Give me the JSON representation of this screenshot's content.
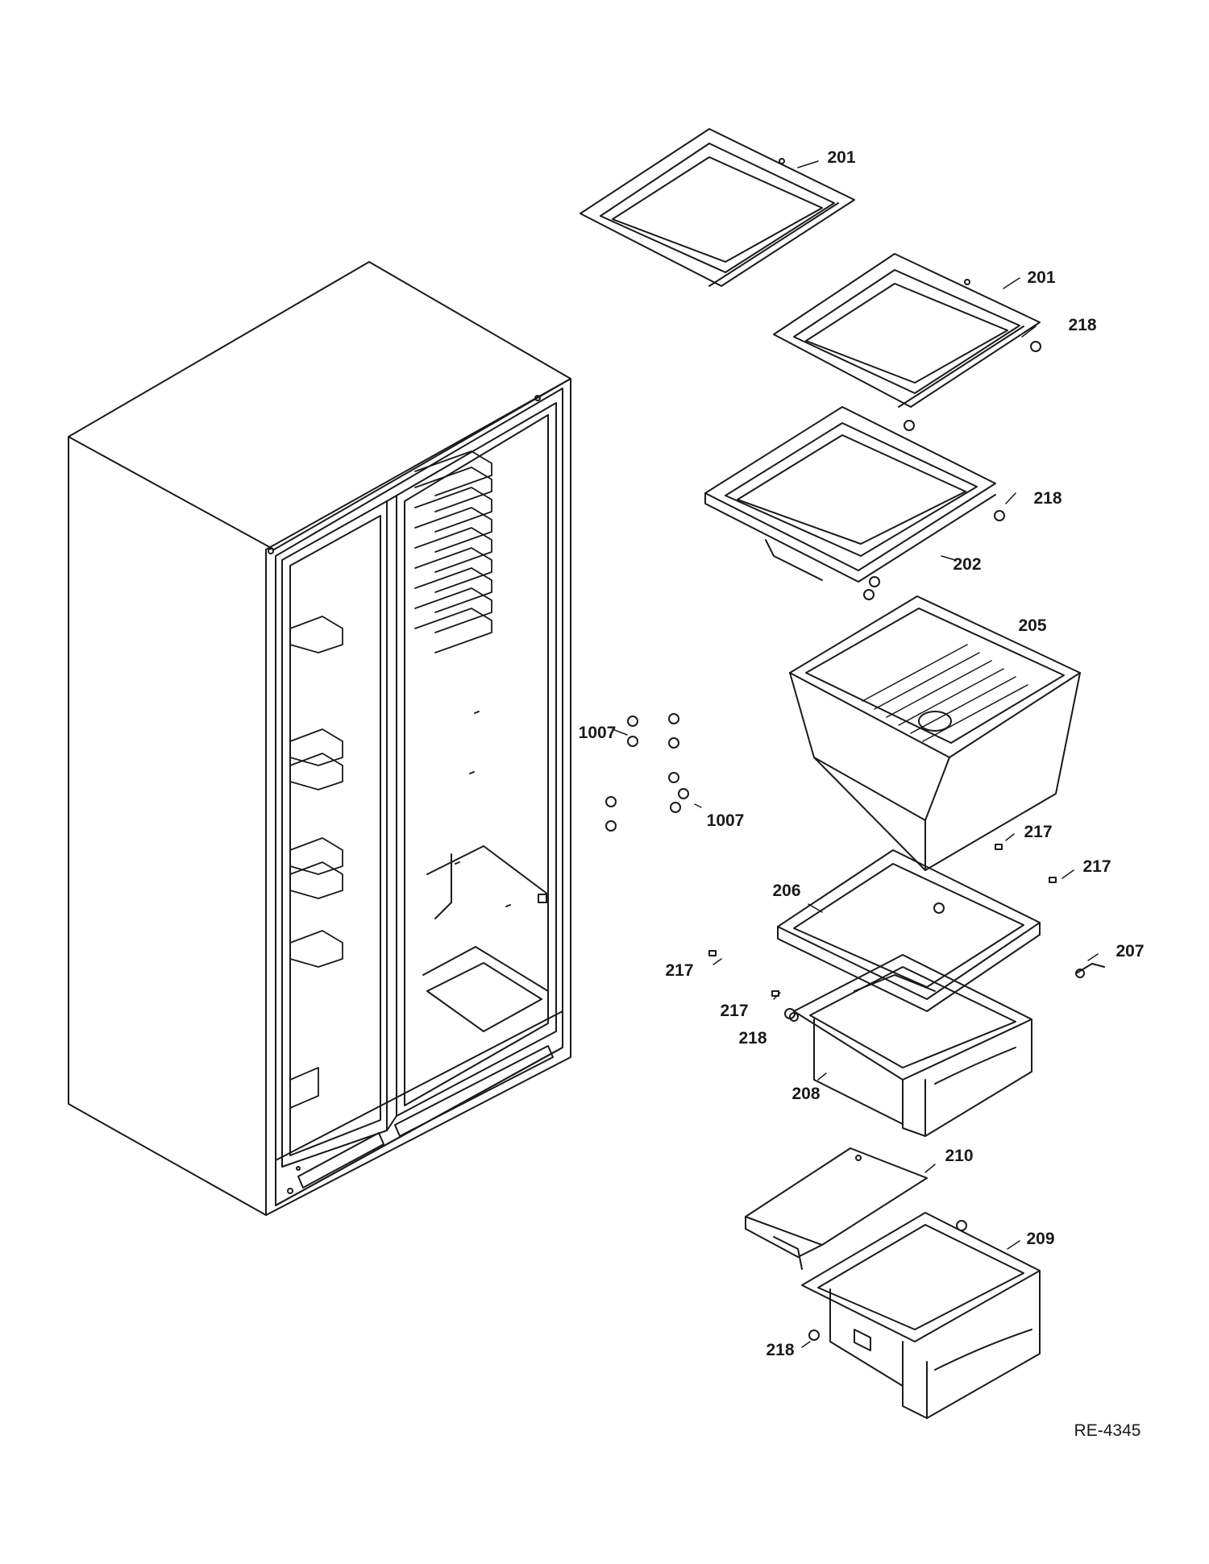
{
  "callouts": [
    {
      "id": "shelf-upper",
      "label": "201"
    },
    {
      "id": "shelf-middle",
      "label": "201"
    },
    {
      "id": "stop-1",
      "label": "218"
    },
    {
      "id": "stop-2",
      "label": "218"
    },
    {
      "id": "shelf-bottom",
      "label": "202"
    },
    {
      "id": "pan-top",
      "label": "205"
    },
    {
      "id": "screws-left",
      "label": "1007"
    },
    {
      "id": "screws-right",
      "label": "1007"
    },
    {
      "id": "clip-1",
      "label": "217"
    },
    {
      "id": "clip-2",
      "label": "217"
    },
    {
      "id": "cover",
      "label": "206"
    },
    {
      "id": "slide",
      "label": "207"
    },
    {
      "id": "clip-3",
      "label": "217"
    },
    {
      "id": "clip-4",
      "label": "217"
    },
    {
      "id": "stop-3",
      "label": "218"
    },
    {
      "id": "drawer",
      "label": "208"
    },
    {
      "id": "pan-cover",
      "label": "210"
    },
    {
      "id": "pan-bottom",
      "label": "209"
    },
    {
      "id": "stop-4",
      "label": "218"
    }
  ],
  "drawing_ref": "RE-4345",
  "colors": {
    "line": "#1a1a1a",
    "background": "#ffffff"
  }
}
